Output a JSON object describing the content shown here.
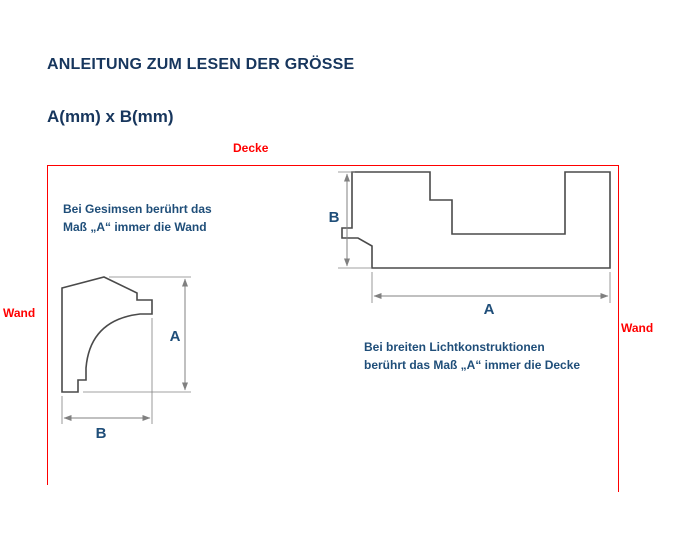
{
  "title": "ANLEITUNG ZUM LESEN DER GRÖSSE",
  "size_format": "A(mm) x B(mm)",
  "labels": {
    "ceiling": "Decke",
    "wall_left": "Wand",
    "wall_right": "Wand"
  },
  "notes": {
    "cornice": {
      "line1": "Bei Gesimsen berührt das",
      "line2": "Maß „A“ immer die Wand"
    },
    "light": {
      "line1": "Bei breiten Lichtkonstruktionen",
      "line2": "berührt das Maß „A“ immer die Decke"
    }
  },
  "dimensions": {
    "cornice": {
      "vertical": "A",
      "horizontal": "B"
    },
    "light": {
      "vertical": "B",
      "horizontal": "A"
    }
  },
  "colors": {
    "heading_blue": "#17365D",
    "note_blue": "#1F4E79",
    "line_red": "#FF0000",
    "profile_outline_gray": "#4A4A4A",
    "dimension_gray": "#808080"
  }
}
